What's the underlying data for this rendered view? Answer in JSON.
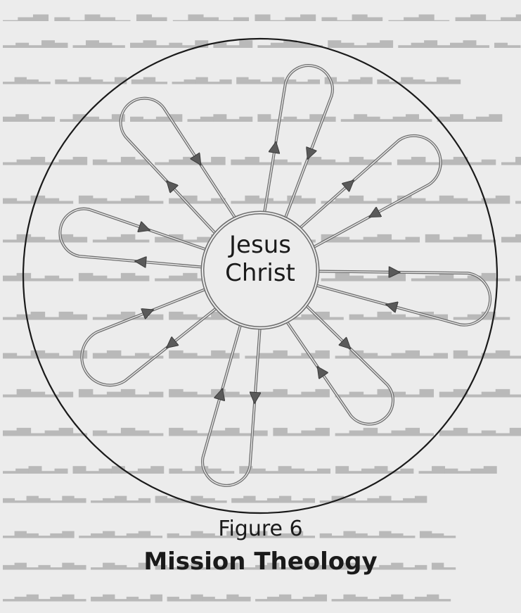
{
  "diagram": {
    "center_label_line1": "Jesus",
    "center_label_line2": "Christ",
    "figure_number": "Figure 6",
    "figure_title": "Mission Theology",
    "loop_count": 8,
    "colors": {
      "outline": "#1a1a1a",
      "loop_stroke": "#6e6e6e",
      "arrowhead": "#5a5a5a",
      "paper": "#ececec"
    }
  }
}
